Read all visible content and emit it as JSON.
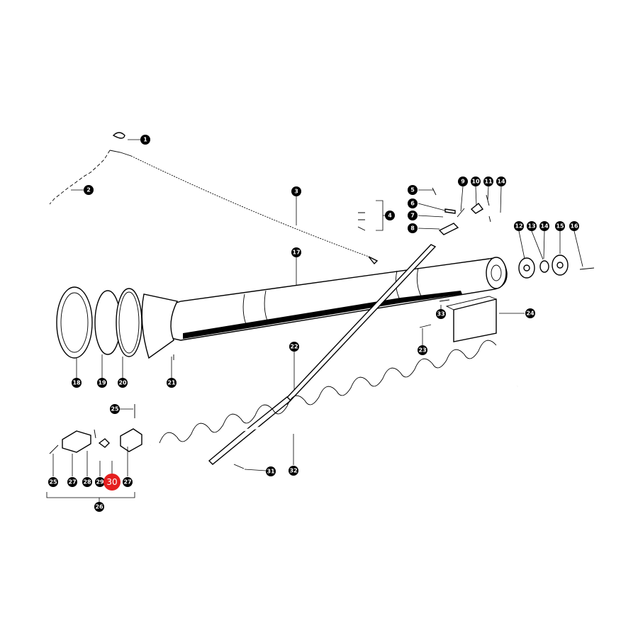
{
  "callouts": [
    {
      "id": "c1",
      "label": "1"
    },
    {
      "id": "c2",
      "label": "2"
    },
    {
      "id": "c3",
      "label": "3"
    },
    {
      "id": "c4",
      "label": "4"
    },
    {
      "id": "c5",
      "label": "5"
    },
    {
      "id": "c6",
      "label": "6"
    },
    {
      "id": "c7",
      "label": "7"
    },
    {
      "id": "c8",
      "label": "8"
    },
    {
      "id": "c9",
      "label": "9"
    },
    {
      "id": "c10",
      "label": "10"
    },
    {
      "id": "c11",
      "label": "11"
    },
    {
      "id": "c14a",
      "label": "14"
    },
    {
      "id": "c12",
      "label": "12"
    },
    {
      "id": "c13",
      "label": "13"
    },
    {
      "id": "c14b",
      "label": "14"
    },
    {
      "id": "c15",
      "label": "15"
    },
    {
      "id": "c16",
      "label": "16"
    },
    {
      "id": "c17",
      "label": "17"
    },
    {
      "id": "c18",
      "label": "18"
    },
    {
      "id": "c19",
      "label": "19"
    },
    {
      "id": "c20",
      "label": "20"
    },
    {
      "id": "c21",
      "label": "21"
    },
    {
      "id": "c22",
      "label": "22"
    },
    {
      "id": "c23",
      "label": "23"
    },
    {
      "id": "c24",
      "label": "24"
    },
    {
      "id": "c25a",
      "label": "25"
    },
    {
      "id": "c25b",
      "label": "25"
    },
    {
      "id": "c26",
      "label": "26"
    },
    {
      "id": "c27a",
      "label": "27"
    },
    {
      "id": "c27b",
      "label": "27"
    },
    {
      "id": "c28",
      "label": "28"
    },
    {
      "id": "c29",
      "label": "29"
    },
    {
      "id": "c30",
      "label": "30",
      "highlighted": true
    },
    {
      "id": "c31",
      "label": "31"
    },
    {
      "id": "c32",
      "label": "32"
    },
    {
      "id": "c33",
      "label": "33"
    }
  ],
  "highlight_color": "#e51f1f"
}
